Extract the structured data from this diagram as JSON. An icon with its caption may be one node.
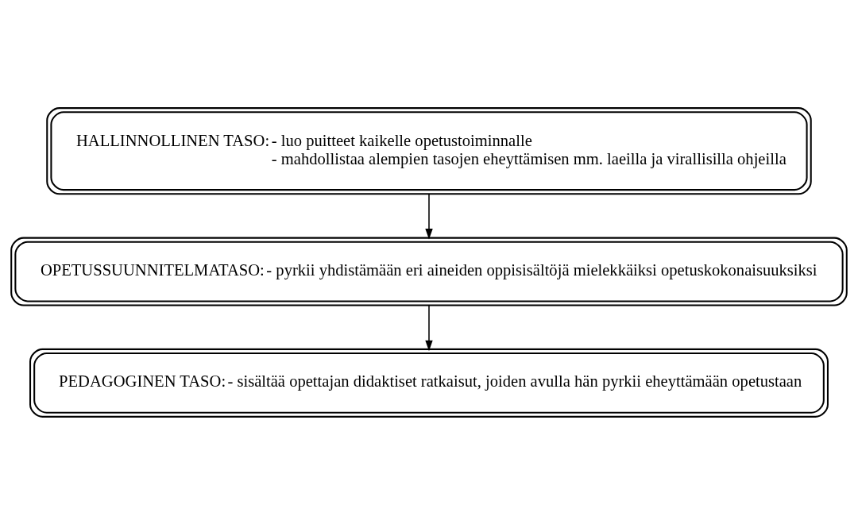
{
  "diagram": {
    "nodes": [
      {
        "text": [
          "HALLINNOLLINEN TASO:",
          "- luo puitteet kaikelle opetustoiminnalle",
          "- mahdollistaa alempien tasojen eheyttämisen mm. laeilla ja virallisilla ohjeilla"
        ]
      },
      {
        "text": [
          "OPETUSSUUNNITELMATASO:",
          "- pyrkii yhdistämään eri aineiden oppisisältöjä mielekkäiksi opetuskokonaisuuksiksi"
        ]
      },
      {
        "text": [
          "PEDAGOGINEN TASO:",
          "- sisältää opettajan didaktiset ratkaisut, joiden avulla hän pyrkii eheyttämään opetustaan"
        ]
      }
    ],
    "edges": [
      {
        "from": 0,
        "to": 1,
        "arrow": "to"
      },
      {
        "from": 1,
        "to": 2,
        "arrow": "to"
      }
    ]
  }
}
